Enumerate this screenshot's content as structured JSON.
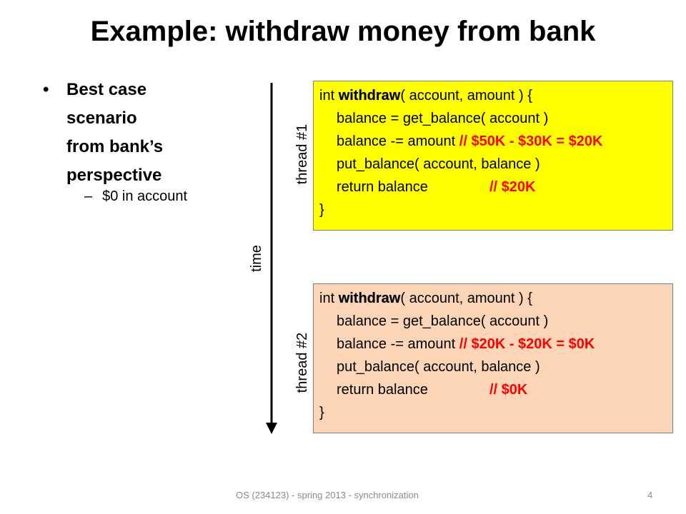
{
  "slide": {
    "title": "Example: withdraw money from bank",
    "bullet": {
      "marker": "•",
      "lines": [
        "Best case",
        "scenario",
        "from bank’s",
        "perspective"
      ]
    },
    "sub_bullet": {
      "marker": "–",
      "text": "$0 in account"
    },
    "labels": {
      "time": "time",
      "thread1": "thread #1",
      "thread2": "thread #2"
    },
    "thread1": {
      "l1_a": "int ",
      "l1_fn": "withdraw",
      "l1_b": "( account, amount ) {",
      "l2": "balance = get_balance( account )",
      "l3_code": "balance -= amount ",
      "l3_comment": "// $50K - $30K = $20K",
      "l4": "put_balance( account, balance )",
      "l5_code": "return balance",
      "l5_comment": "// $20K",
      "l6": "}"
    },
    "thread2": {
      "l1_a": "int ",
      "l1_fn": "withdraw",
      "l1_b": "( account, amount ) {",
      "l2": "balance = get_balance( account )",
      "l3_code": "balance -= amount ",
      "l3_comment": "// $20K - $20K = $0K",
      "l4": "put_balance( account, balance )",
      "l5_code": "return balance",
      "l5_comment": "// $0K",
      "l6": "}"
    },
    "footer": "OS (234123) - spring 2013 - synchronization",
    "page_number": "4",
    "colors": {
      "thread1_bg": "#ffff00",
      "thread2_bg": "#fbd5b5",
      "comment": "#ff0000"
    }
  }
}
